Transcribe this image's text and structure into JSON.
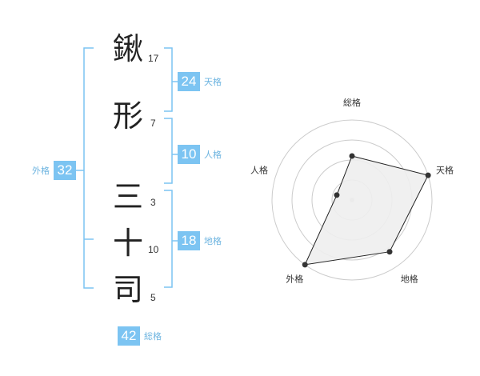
{
  "name_chars": [
    {
      "char": "鍬",
      "strokes": "17"
    },
    {
      "char": "形",
      "strokes": "7"
    },
    {
      "char": "三",
      "strokes": "3"
    },
    {
      "char": "十",
      "strokes": "10"
    },
    {
      "char": "司",
      "strokes": "5"
    }
  ],
  "scores": {
    "tenkaku": {
      "value": "24",
      "label": "天格"
    },
    "jinkaku": {
      "value": "10",
      "label": "人格"
    },
    "chikaku": {
      "value": "18",
      "label": "地格"
    },
    "gaikaku": {
      "value": "32",
      "label": "外格"
    },
    "soukaku": {
      "value": "42",
      "label": "総格"
    }
  },
  "colors": {
    "accent": "#7cc4f2",
    "bracket": "#7cc4f2",
    "label": "#6db4e0"
  },
  "chart_data": {
    "type": "radar",
    "axes": [
      "総格",
      "天格",
      "地格",
      "外格",
      "人格"
    ],
    "values": [
      0.55,
      1.0,
      0.8,
      1.0,
      0.2
    ],
    "rings": 4,
    "fill": "#eeeeee",
    "stroke": "#222222"
  }
}
